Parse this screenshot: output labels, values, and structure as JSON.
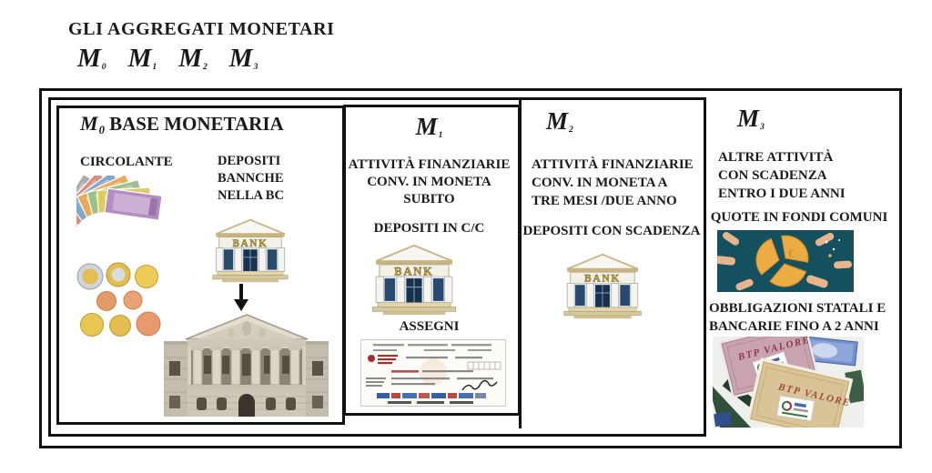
{
  "title": "GLI AGGREGATI MONETARI",
  "aggregates": [
    {
      "symbol": "M",
      "sub": "0"
    },
    {
      "symbol": "M",
      "sub": "1"
    },
    {
      "symbol": "M",
      "sub": "2"
    },
    {
      "symbol": "M",
      "sub": "3"
    }
  ],
  "m0": {
    "symbol": "M",
    "sub": "0",
    "title": "BASE MONETARIA",
    "circolante_label": "CIRCOLANTE",
    "depositi_label": "DEPOSITI\nBANNCHE\nNELLA BC"
  },
  "m1": {
    "symbol": "M",
    "sub": "1",
    "desc": "ATTIVITÀ FINANZIARIE\nCONV. IN MONETA SUBITO",
    "depositi": "DEPOSITI IN C/C",
    "assegni": "ASSEGNI"
  },
  "m2": {
    "symbol": "M",
    "sub": "2",
    "desc": "ATTIVITÀ FINANZIARIE\nCONV. IN MONETA A\nTRE MESI /DUE ANNO",
    "depositi": "DEPOSITI CON SCADENZA"
  },
  "m3": {
    "symbol": "M",
    "sub": "3",
    "desc": "ALTRE ATTIVITÀ\nCON SCADENZA\nENTRO I DUE ANNI",
    "quote": "QUOTE IN FONDI COMUNI",
    "obbligazioni": "OBBLIGAZIONI STATALI E\nBANCARIE FINO A 2 ANNI",
    "btp_label": "BTP VALORE"
  },
  "icons": {
    "bank_label": "BANK",
    "euro_symbol": "€"
  },
  "colors": {
    "frame": "#111111",
    "text": "#1a1a1a",
    "bank_gold": "#c9a23a",
    "teal_background": "#15505f",
    "coin_orange": "#ecab43",
    "pink_certificate": "#c9a4b0",
    "tan_certificate": "#d9c498",
    "btp_text": "#8b3a4a"
  }
}
